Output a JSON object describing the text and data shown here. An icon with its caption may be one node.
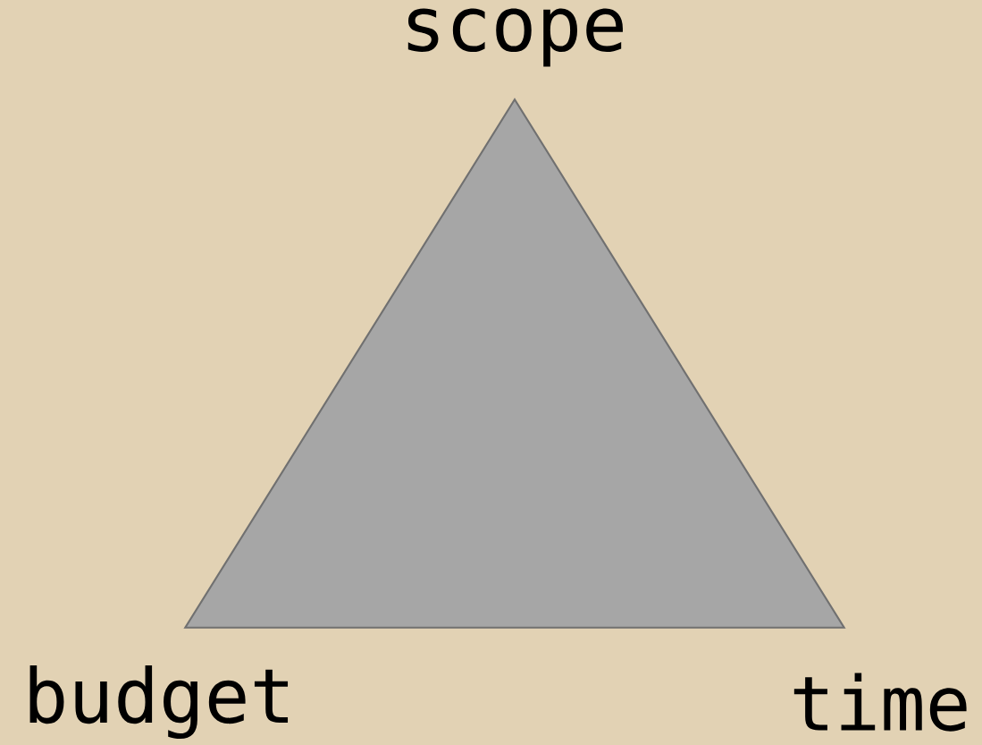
{
  "diagram": {
    "nodes": [
      {
        "text": [],
        "shape": "triangle"
      }
    ],
    "labels": [
      "scope",
      "budget",
      "time"
    ]
  }
}
